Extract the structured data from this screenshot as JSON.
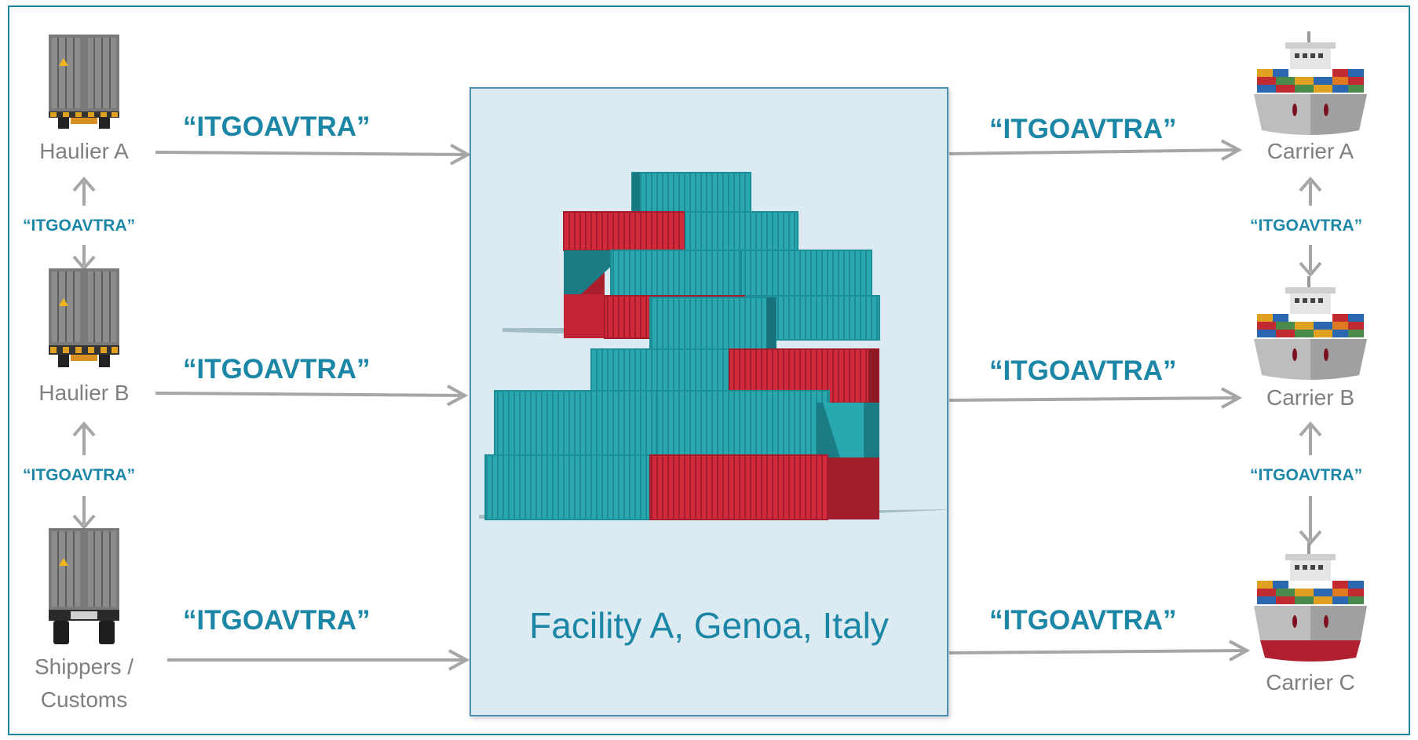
{
  "facility": {
    "label": "Facility A, Genoa, Italy"
  },
  "left_entities": [
    {
      "name": "Haulier A",
      "icon": "truck-icon"
    },
    {
      "name": "Haulier B",
      "icon": "truck-icon"
    },
    {
      "name": "Shippers / Customs",
      "icon": "truck-icon"
    }
  ],
  "right_entities": [
    {
      "name": "Carrier A",
      "icon": "ship-icon"
    },
    {
      "name": "Carrier B",
      "icon": "ship-icon"
    },
    {
      "name": "Carrier C",
      "icon": "ship-icon"
    }
  ],
  "code": "“ITGOAVTRA”",
  "colors": {
    "accent": "#1b86a6",
    "arrow": "#a6a6a6",
    "container_teal": "#2aa8b0",
    "container_red": "#cc2233",
    "facility_bg": "#dceaf1"
  }
}
